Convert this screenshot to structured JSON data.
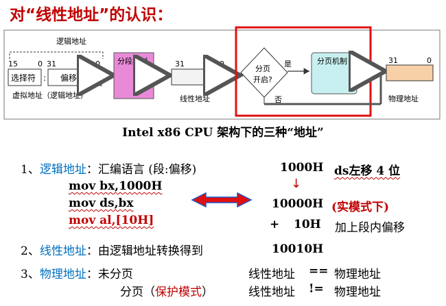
{
  "title": "对“线性地址”的认识：",
  "diagram": {
    "logical_addr_label": "逻辑地址",
    "bit15": "15",
    "bit0_a": "0",
    "bit31_a": "31",
    "bit0_b": "0",
    "selector": "选择符",
    "colon": ":",
    "offset": "偏移值",
    "virtual_addr_label": "虚拟地址（逻辑地址）",
    "segmentation": "分段机制",
    "bit31_c": "31",
    "bit0_c": "0",
    "linear_addr_label": "线性地址",
    "decision_line1": "分页",
    "decision_line2": "开启?",
    "yes": "是",
    "no": "否",
    "paging": "分页机制",
    "bit31_d": "31",
    "bit0_d": "0",
    "physical_addr_label": "物理地址",
    "colors": {
      "segmentation": "#e88ad8",
      "paging": "#c8f0f0",
      "physical": "#f8d0a8",
      "highlight": "#e01010"
    }
  },
  "caption": "Intel x86 CPU 架构下的三种“地址”",
  "line1": {
    "num": "1、",
    "term": "逻辑地址",
    "colon": "：",
    "desc": "汇编语言 (段:偏移)",
    "r_value": "1000H",
    "r_text": "ds左移 4 位"
  },
  "code1": "mov bx,1000H",
  "code2": "mov ds,bx",
  "code3": "mov al,[10H]",
  "arrow_down": "↓",
  "result1": "10000H",
  "result1_note": "(实模式下)",
  "plus": "+",
  "result2": "10H",
  "result2_note": "加上段内偏移",
  "line2": {
    "num": "2、",
    "term": "线性地址",
    "colon": "：",
    "desc": "由逻辑地址转换得到",
    "value": "10010H"
  },
  "line3": {
    "num": "3、",
    "term": "物理地址",
    "colon": "：",
    "desc": "未分页",
    "lhs": "线性地址",
    "op": "==",
    "rhs": "物理地址"
  },
  "line4": {
    "desc_pre": "分页（",
    "mode": "保护模式",
    "desc_post": "）",
    "lhs": "线性地址",
    "op": "!=",
    "rhs": "物理地址"
  }
}
